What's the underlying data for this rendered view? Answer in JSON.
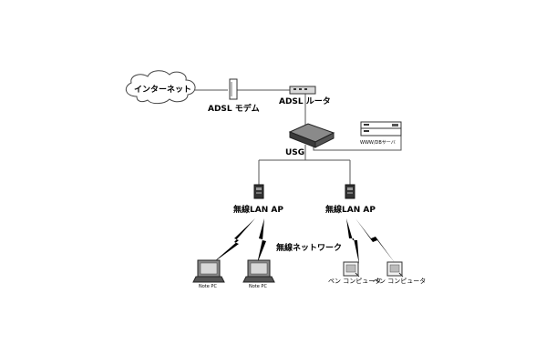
{
  "diagram": {
    "internet_label": "インターネット",
    "modem_label": "ADSL モデム",
    "router_label": "ADSL ルータ",
    "usg_label": "USG",
    "server_label": "WWW/DBサーバ",
    "ap_left_label": "無線LAN AP",
    "ap_right_label": "無線LAN AP",
    "wireless_network_label": "無線ネットワーク",
    "clients": [
      {
        "label": "Note PC"
      },
      {
        "label": "Note PC"
      },
      {
        "label": "ペン コンピュータ"
      },
      {
        "label": "ペン コンピュータ"
      }
    ],
    "colors": {
      "line": "#555555",
      "device_dark": "#3a3a3a",
      "device_mid": "#8a8a8a",
      "device_light": "#d8d8d8",
      "bolt": "#000000"
    }
  }
}
